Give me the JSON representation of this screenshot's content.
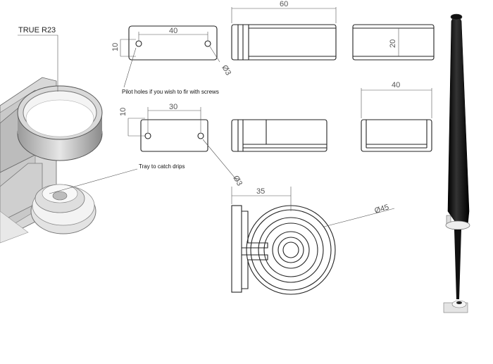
{
  "drawing": {
    "callouts": {
      "true_radius": "TRUE R23",
      "pilot_holes": "Pilot holes if you wish to fir with screws",
      "tray": "Tray to catch drips"
    },
    "dimensions": {
      "top_plate_width": "40",
      "top_plate_height": "10",
      "top_plate_hole": "Ø3",
      "front_width": "60",
      "side_height": "20",
      "lower_plate_width": "30",
      "lower_plate_height": "10",
      "lower_plate_hole": "Ø3",
      "side2_width": "40",
      "top_view_offset": "35",
      "top_view_diameter": "Ø45"
    }
  }
}
